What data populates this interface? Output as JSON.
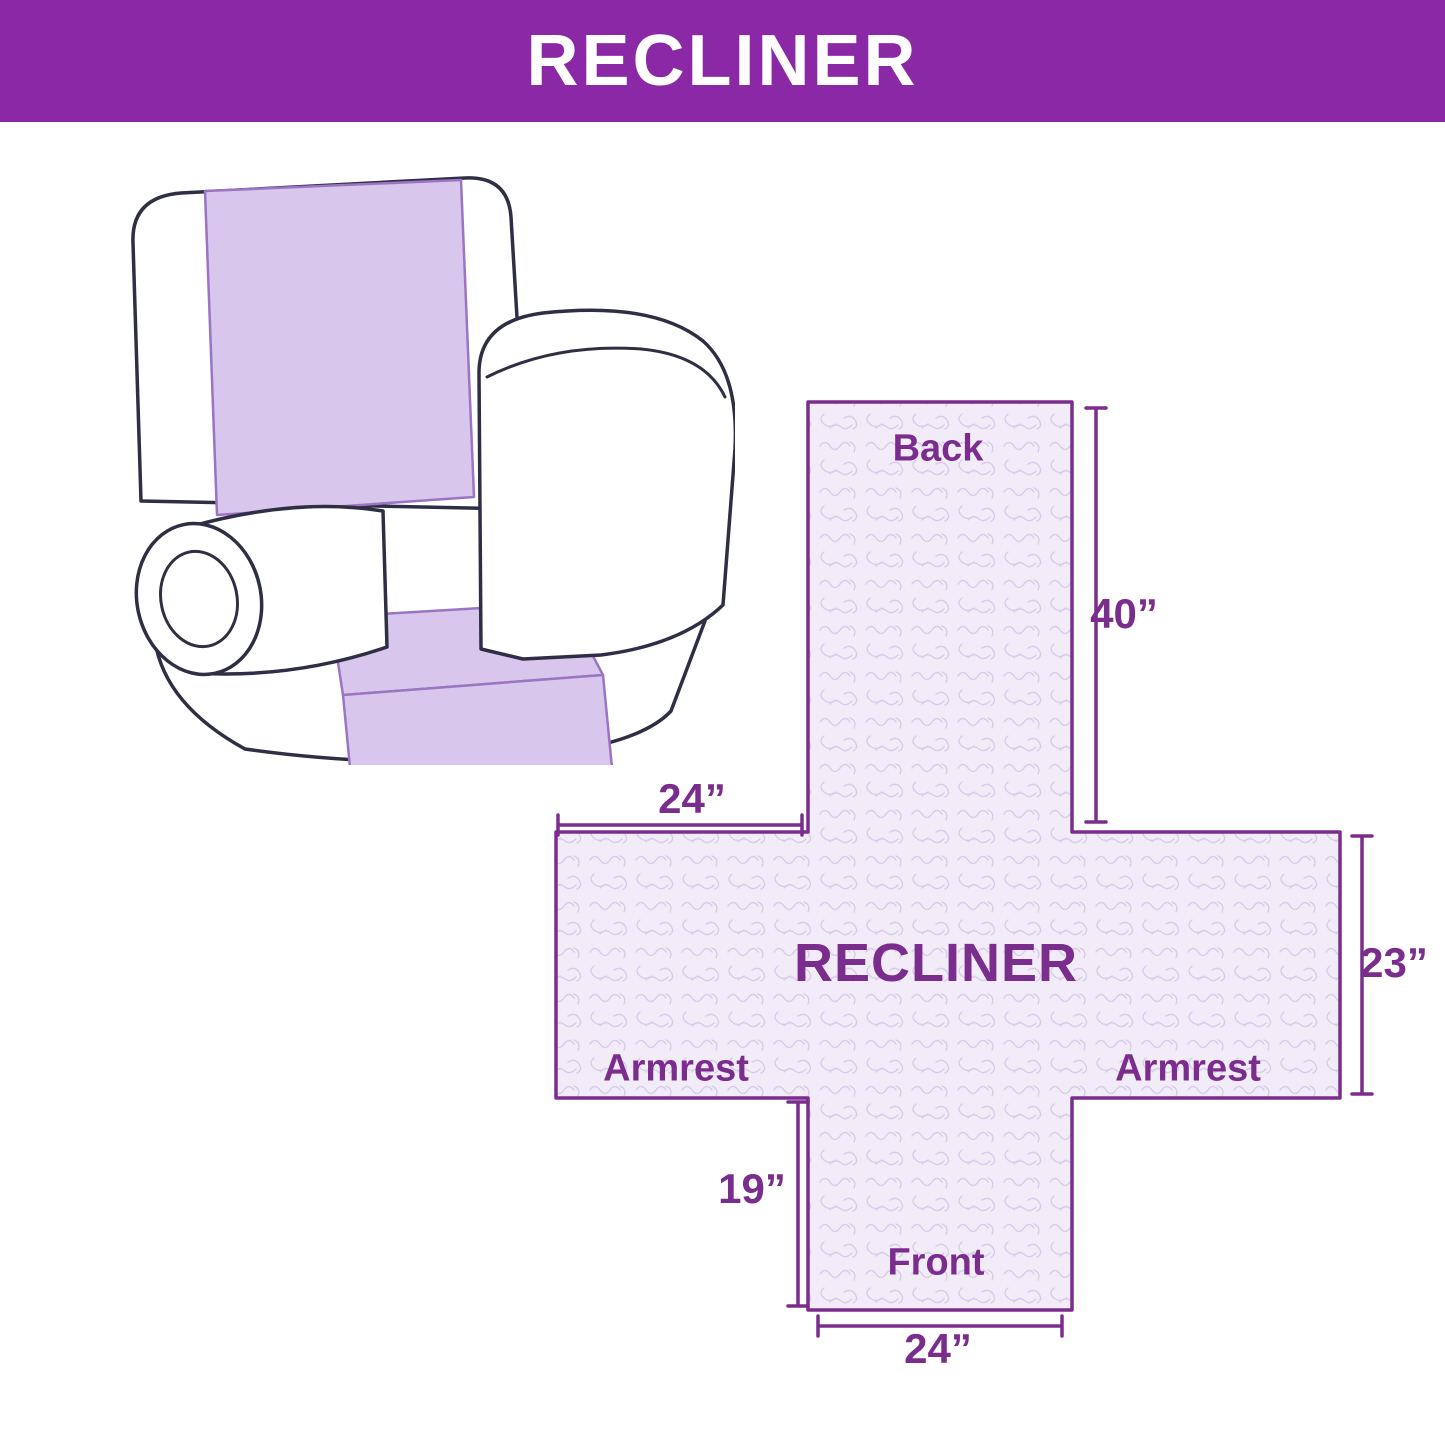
{
  "banner": {
    "title": "RECLINER"
  },
  "diagram": {
    "center_label": "RECLINER",
    "sections": {
      "back": "Back",
      "front": "Front",
      "armrest_left": "Armrest",
      "armrest_right": "Armrest"
    },
    "dimensions": {
      "back_height": "40”",
      "armrest_width": "24”",
      "side_depth": "23”",
      "front_drop": "19”",
      "front_width": "24”"
    }
  },
  "colors": {
    "banner_bg": "#8a28a5",
    "accent": "#7b2d8e",
    "text_purple": "#7b2d8e",
    "cover_fill": "#d8c6ec",
    "cover_stroke": "#9b74c4",
    "diagram_fill": "#f2ecf8",
    "texture": "#d9cbec",
    "ink": "#2e2e45",
    "bg": "#ffffff"
  }
}
